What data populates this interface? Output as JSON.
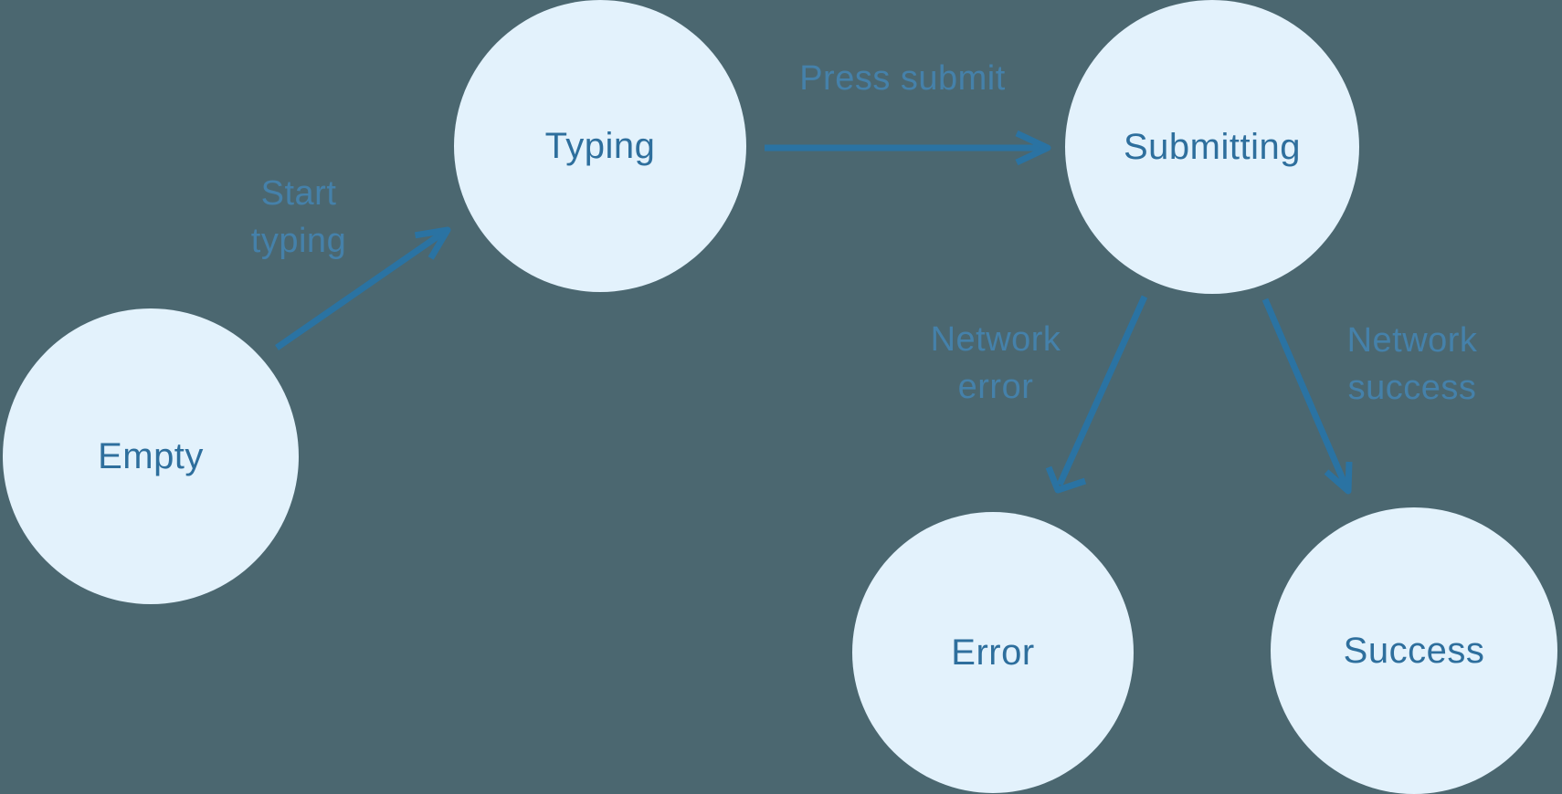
{
  "canvas": {
    "background_color": "#4B6770"
  },
  "diagram": {
    "type": "state-machine",
    "colors": {
      "node_fill": "#E3F2FC",
      "node_text": "#2E6F9D",
      "arrow": "#2A73A3",
      "edge_label": "#4581AA"
    },
    "nodes": [
      {
        "id": "empty",
        "label": "Empty"
      },
      {
        "id": "typing",
        "label": "Typing"
      },
      {
        "id": "submitting",
        "label": "Submitting"
      },
      {
        "id": "error",
        "label": "Error"
      },
      {
        "id": "success",
        "label": "Success"
      }
    ],
    "edges": [
      {
        "from": "empty",
        "to": "typing",
        "label": "Start typing"
      },
      {
        "from": "typing",
        "to": "submitting",
        "label": "Press submit"
      },
      {
        "from": "submitting",
        "to": "error",
        "label": "Network error"
      },
      {
        "from": "submitting",
        "to": "success",
        "label": "Network success"
      }
    ]
  }
}
